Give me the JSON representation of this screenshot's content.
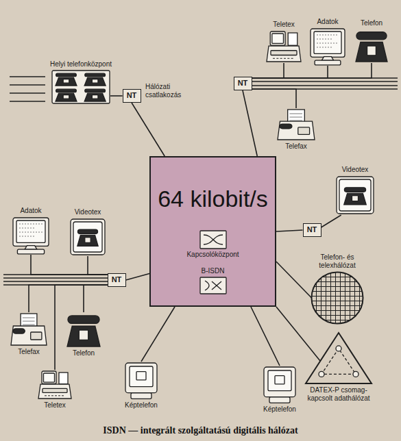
{
  "diagram": {
    "caption": "ISDN — integrált szolgáltatású digitális hálózat",
    "nodes": [
      {
        "text": [
          "Teletex"
        ]
      },
      {
        "text": [
          "Adatok"
        ]
      },
      {
        "text": [
          "Telefon"
        ]
      },
      {
        "text": [
          "Helyi telefonközpont"
        ]
      },
      {
        "text": [
          "NT"
        ]
      },
      {
        "text": [
          "NT"
        ]
      },
      {
        "text": [
          "Telefax"
        ]
      },
      {
        "text": [
          "64 kilobit/s"
        ]
      },
      {
        "text": [
          "Kapcsolóközpont"
        ],
        "in": 7
      },
      {
        "text": [
          "B-ISDN"
        ],
        "in": 7
      },
      {
        "text": [
          "Videotex"
        ]
      },
      {
        "text": [
          "NT"
        ]
      },
      {
        "text": [
          "Telefon- és telexhálózat"
        ]
      },
      {
        "text": [
          "Adatok"
        ]
      },
      {
        "text": [
          "Videotex"
        ]
      },
      {
        "text": [
          "NT"
        ]
      },
      {
        "text": [
          "Telefax"
        ]
      },
      {
        "text": [
          "Telefon"
        ]
      },
      {
        "text": [
          "Teletex"
        ]
      },
      {
        "text": [
          "Képtelefon"
        ]
      },
      {
        "text": [
          "Képtelefon"
        ]
      },
      {
        "text": [
          "DATEX-P csomag- kapcsolt adathálózat"
        ]
      }
    ],
    "edges": [
      {
        "from": 3,
        "to": 4,
        "arrow": "none"
      },
      {
        "from": 4,
        "to": 7,
        "arrow": "none"
      },
      {
        "from": 5,
        "to": 7,
        "arrow": "none"
      },
      {
        "from": 5,
        "to": 0,
        "arrow": "none"
      },
      {
        "from": 5,
        "to": 1,
        "arrow": "none"
      },
      {
        "from": 5,
        "to": 2,
        "arrow": "none"
      },
      {
        "from": 5,
        "to": 6,
        "arrow": "none"
      },
      {
        "from": 11,
        "to": 10,
        "arrow": "none"
      },
      {
        "from": 11,
        "to": 7,
        "arrow": "none"
      },
      {
        "from": 7,
        "to": 12,
        "arrow": "none"
      },
      {
        "from": 15,
        "to": 7,
        "arrow": "none"
      },
      {
        "from": 15,
        "to": 13,
        "arrow": "none"
      },
      {
        "from": 15,
        "to": 14,
        "arrow": "none"
      },
      {
        "from": 15,
        "to": 16,
        "arrow": "none"
      },
      {
        "from": 15,
        "to": 17,
        "arrow": "none"
      },
      {
        "from": 15,
        "to": 18,
        "arrow": "none"
      },
      {
        "from": 7,
        "to": 19,
        "arrow": "none"
      },
      {
        "from": 7,
        "to": 20,
        "arrow": "none"
      },
      {
        "from": 7,
        "to": 21,
        "arrow": "none"
      }
    ],
    "labels": [
      "Hálózati csatlakozás"
    ]
  }
}
